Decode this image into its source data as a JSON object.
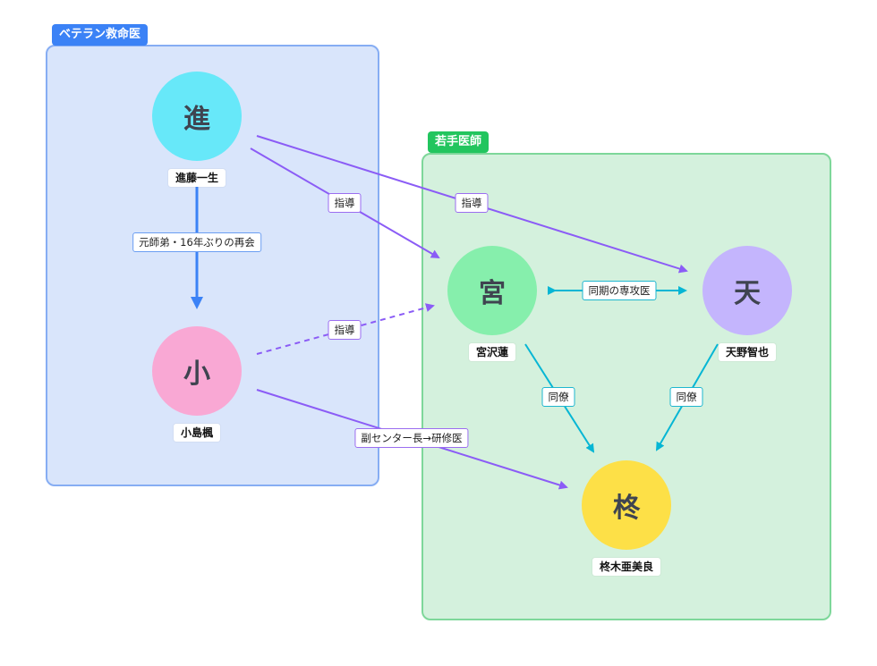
{
  "colors": {
    "blue": "#3b82f6",
    "purple": "#8b5cf6",
    "cyan": "#06b6d4"
  },
  "groups": {
    "veteran": "ベテラン救命医",
    "young": "若手医師"
  },
  "nodes": {
    "shindo": {
      "char": "進",
      "name": "進藤一生",
      "color": "#67e8f9"
    },
    "kojima": {
      "char": "小",
      "name": "小島楓",
      "color": "#f9a8d4"
    },
    "miyazawa": {
      "char": "宮",
      "name": "宮沢蓮",
      "color": "#86efac"
    },
    "amano": {
      "char": "天",
      "name": "天野智也",
      "color": "#c4b5fd"
    },
    "hiiragi": {
      "char": "柊",
      "name": "柊木亜美良",
      "color": "#fde047"
    }
  },
  "edges": {
    "shindo_kojima": "元師弟・16年ぶりの再会",
    "shindo_miyazawa": "指導",
    "shindo_amano": "指導",
    "kojima_miyazawa": "指導",
    "kojima_hiiragi": "副センター長→研修医",
    "miyazawa_amano": "同期の専攻医",
    "miyazawa_hiiragi": "同僚",
    "amano_hiiragi": "同僚"
  }
}
